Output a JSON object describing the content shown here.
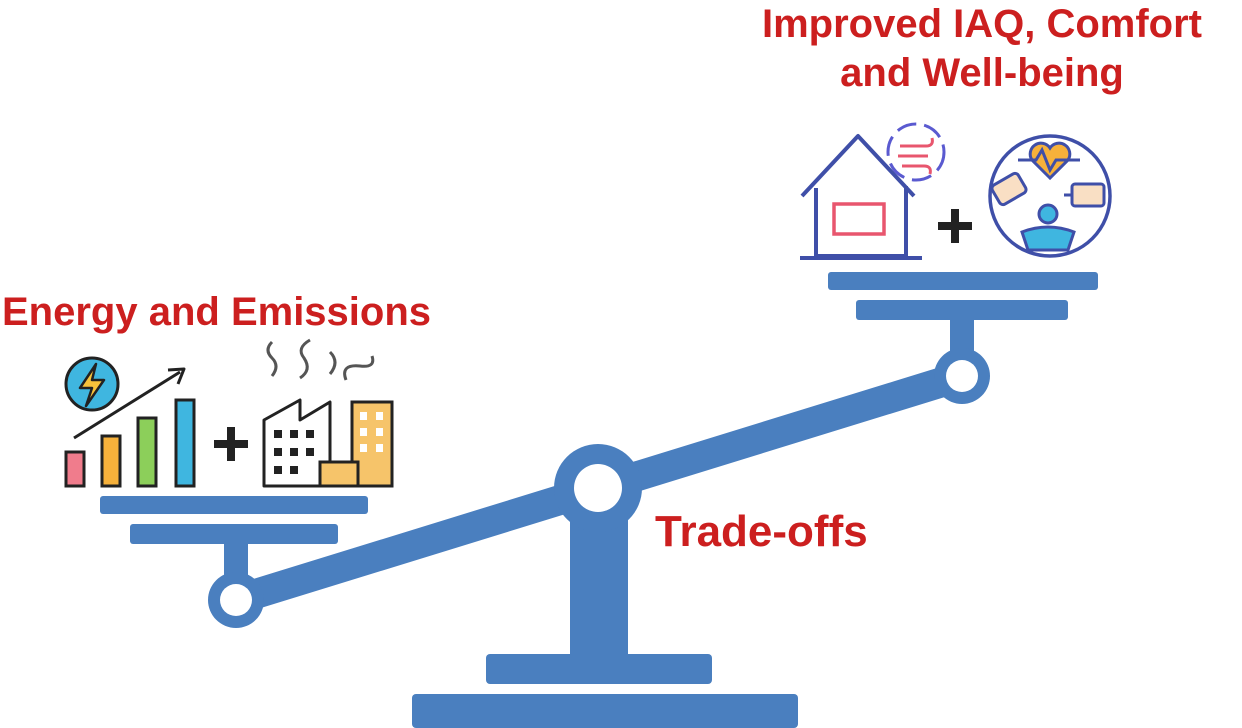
{
  "labels": {
    "energy_emissions": "Energy and Emissions",
    "iaq_line1": "Improved IAQ, Comfort",
    "iaq_line2": "and Well-being",
    "tradeoffs": "Trade-offs"
  },
  "icons": {
    "left_group": [
      "lightning-bolt-icon",
      "rising-bar-chart-icon",
      "plus-icon",
      "factory-pollution-icon"
    ],
    "right_group": [
      "house-ventilation-icon",
      "plus-icon",
      "health-fitness-icon"
    ]
  },
  "colors": {
    "scale_blue": "#4a7fbf",
    "label_red": "#cc1f1f",
    "bar_pink": "#f07c8c",
    "bar_orange": "#f6b13b",
    "bar_green": "#8ccf5a",
    "bar_cyan": "#3fb6e0"
  }
}
